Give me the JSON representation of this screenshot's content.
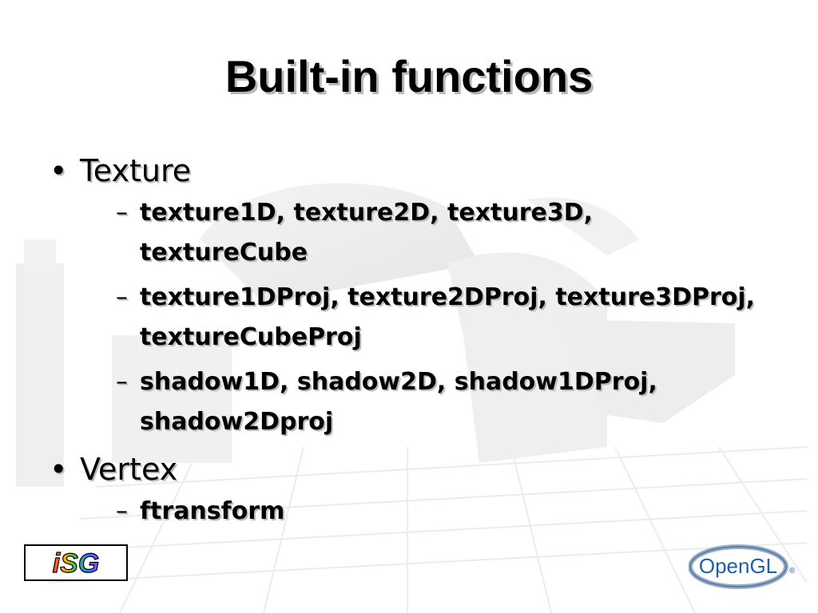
{
  "slide": {
    "title": "Built-in functions",
    "sections": [
      {
        "heading": "Texture",
        "items": [
          "texture1D, texture2D, texture3D, textureCube",
          "texture1DProj, texture2DProj, texture3DProj, textureCubeProj",
          "shadow1D, shadow2D, shadow1DProj, shadow2Dproj"
        ]
      },
      {
        "heading": "Vertex",
        "items": [
          "ftransform"
        ]
      }
    ],
    "bullet_glyph": "•",
    "dash_glyph": "–"
  },
  "logos": {
    "left": "iSG",
    "right": "OpenGL",
    "right_mark": "®"
  },
  "colors": {
    "text": "#000000",
    "shadow": "#bdbdbd",
    "opengl_blue": "#1f5fa8"
  }
}
